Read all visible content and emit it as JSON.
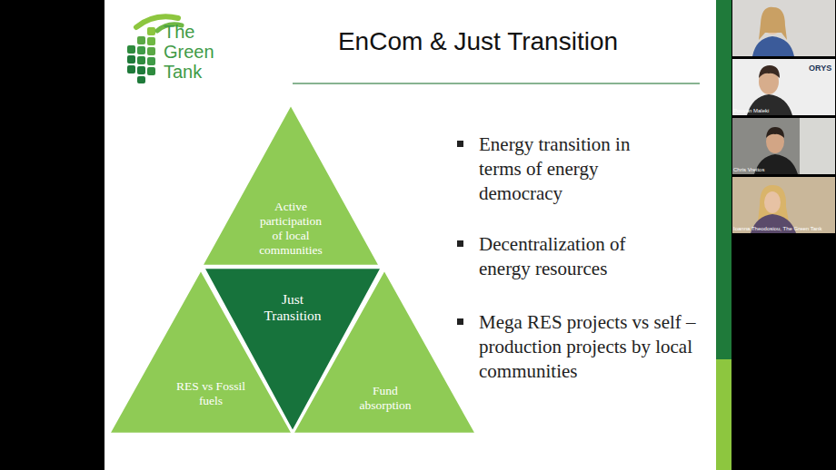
{
  "diagram": {
    "title": "EnCom & Just Transition",
    "nodes": [
      {
        "text": [
          "Active participation of local communities"
        ]
      },
      {
        "text": [
          "Just Transition"
        ]
      },
      {
        "text": [
          "RES vs Fossil fuels"
        ]
      },
      {
        "text": [
          "Fund absorption"
        ]
      }
    ],
    "labels": [
      "The Green Tank",
      "Energy transition in terms of energy democracy",
      "Decentralization of energy resources",
      "Mega RES projects vs self – production projects by local communities",
      "ORYS",
      "Pouyan Maleki",
      "Chris Vrettos",
      "Ioanna Theodosiou, The Green Tank"
    ]
  }
}
